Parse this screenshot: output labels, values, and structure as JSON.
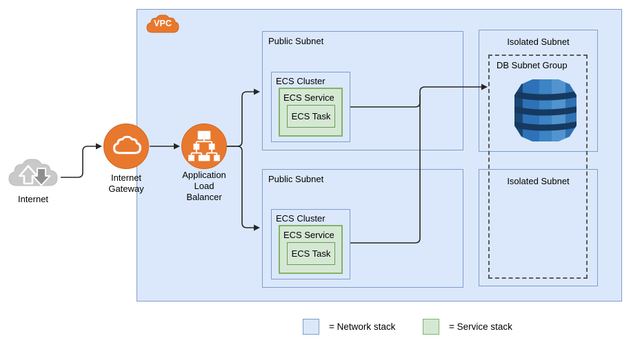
{
  "vpc": {
    "badge": "VPC"
  },
  "internet": {
    "label": "Internet"
  },
  "internet_gateway": {
    "line1": "Internet",
    "line2": "Gateway"
  },
  "load_balancer": {
    "line1": "Application",
    "line2": "Load",
    "line3": "Balancer"
  },
  "public_subnets": [
    {
      "label": "Public Subnet",
      "cluster": "ECS Cluster",
      "service": "ECS Service",
      "task": "ECS Task"
    },
    {
      "label": "Public Subnet",
      "cluster": "ECS Cluster",
      "service": "ECS Service",
      "task": "ECS Task"
    }
  ],
  "isolated_subnets": [
    {
      "label": "Isolated Subnet"
    },
    {
      "label": "Isolated Subnet"
    }
  ],
  "db_subnet_group": {
    "label": "DB Subnet Group"
  },
  "legend": {
    "network": "= Network stack",
    "service": "= Service stack"
  },
  "icons": {
    "internet": "internet-cloud-icon",
    "internet_gateway": "gateway-cloud-icon",
    "load_balancer": "load-balancer-tree-icon",
    "database": "dynamodb-icon",
    "vpc_badge": "vpc-cloud-icon"
  },
  "colors": {
    "network_fill": "#dbe8fb",
    "network_stroke": "#7f9cc9",
    "service_fill": "#d5e8d4",
    "service_stroke": "#82b366",
    "task_stroke": "#699a51",
    "aws_orange": "#e8782e",
    "internet_gray": "#c9c9c9",
    "dashed_stroke": "#595959",
    "arrow": "#262626",
    "dynamodb_blues": [
      "#1b4671",
      "#2d72b8",
      "#3c84c4",
      "#5294cf",
      "#16395f"
    ]
  }
}
